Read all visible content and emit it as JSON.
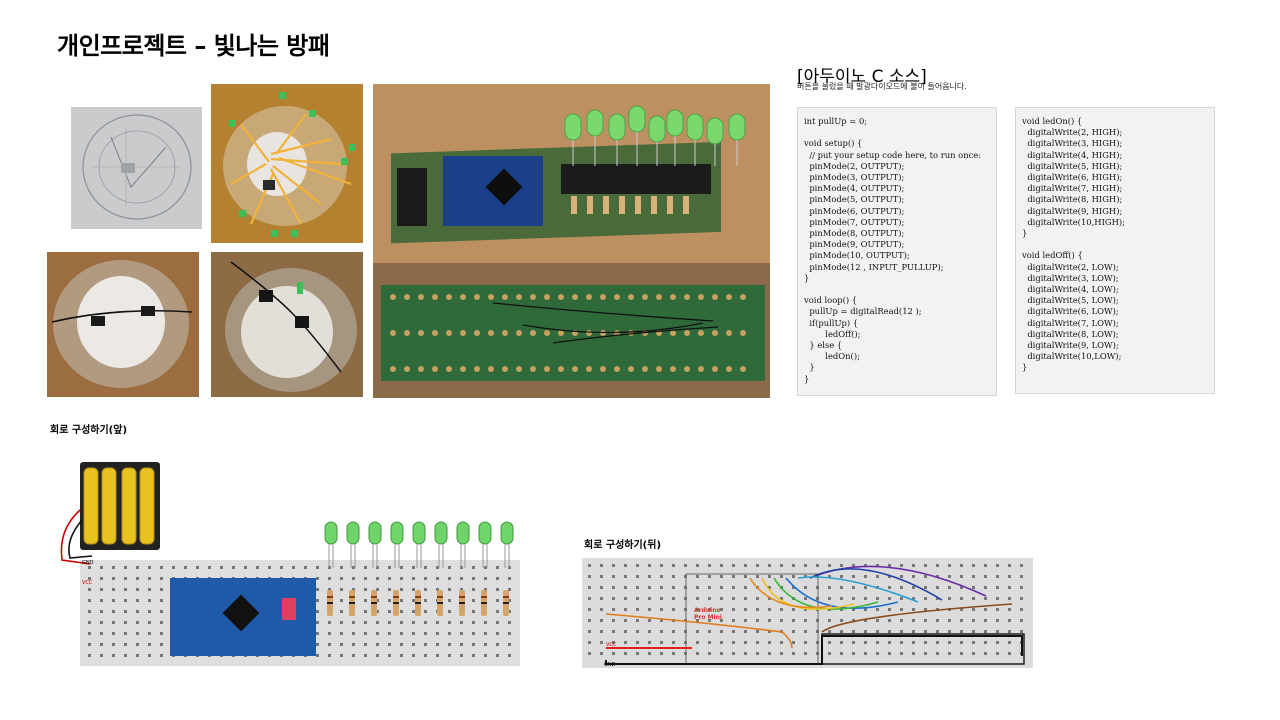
{
  "title": "개인프로젝트 – 빛나는 방패",
  "code_section": {
    "heading": "[아두이노 C 소스]",
    "subheading": "버튼을 눌렀을 때 발광다이오드에 불이 들어옵니다.",
    "left_code": "int pullUp = 0;\n\nvoid setup() {\n  // put your setup code here, to run once:\n  pinMode(2, OUTPUT);\n  pinMode(3, OUTPUT);\n  pinMode(4, OUTPUT);\n  pinMode(5, OUTPUT);\n  pinMode(6, OUTPUT);\n  pinMode(7, OUTPUT);\n  pinMode(8, OUTPUT);\n  pinMode(9, OUTPUT);\n  pinMode(10, OUTPUT);\n  pinMode(12 , INPUT_PULLUP);\n}\n\nvoid loop() {\n  pullUp = digitalRead(12 );\n  if(pullUp) {\n        ledOff();\n  } else {\n        ledOn();\n  }\n}",
    "right_code": "void ledOn() {\n  digitalWrite(2, HIGH);\n  digitalWrite(3, HIGH);\n  digitalWrite(4, HIGH);\n  digitalWrite(5, HIGH);\n  digitalWrite(6, HIGH);\n  digitalWrite(7, HIGH);\n  digitalWrite(8, HIGH);\n  digitalWrite(9, HIGH);\n  digitalWrite(10,HIGH);\n}\n\nvoid ledOff() {\n  digitalWrite(2, LOW);\n  digitalWrite(3, LOW);\n  digitalWrite(4, LOW);\n  digitalWrite(5, LOW);\n  digitalWrite(6, LOW);\n  digitalWrite(7, LOW);\n  digitalWrite(8, LOW);\n  digitalWrite(9, LOW);\n  digitalWrite(10,LOW);\n}"
  },
  "circuit_front": {
    "label": "회로 구성하기(앞)",
    "gnd": "GND",
    "vcc": "VCC",
    "led_count": 9
  },
  "circuit_back": {
    "label": "회로 구성하기(뒤)",
    "board_name": "Arduino\nPro Mini",
    "vcc": "VCC",
    "gnd": "GND"
  },
  "colors": {
    "pcb_green": "#3d6b3a",
    "led_green": "#6fd46a",
    "arduino_blue": "#1b4f9c",
    "battery_yellow": "#e8c320",
    "breadboard": "#dcdcdc",
    "wood": "#b58a5e"
  }
}
